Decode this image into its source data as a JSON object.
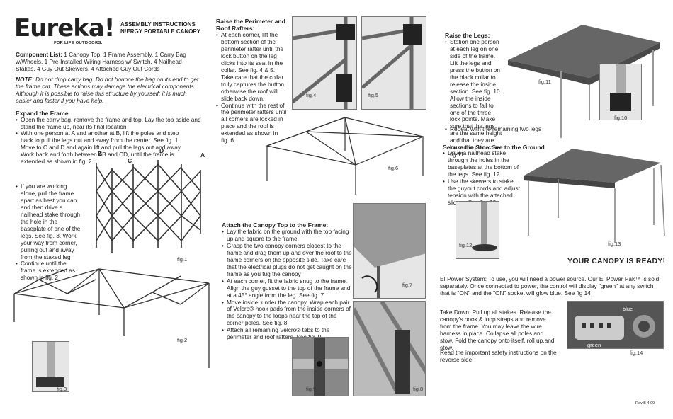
{
  "brand": {
    "logo": "Eureka!",
    "tagline": "FOR LIFE OUTDOORS."
  },
  "header": {
    "line1": "ASSEMBLY INSTRUCTIONS",
    "line2": "N!ERGY PORTABLE CANOPY"
  },
  "components": {
    "label": "Component List:",
    "text": "1 Canopy Top, 1 Frame Assembly, 1 Carry Bag w/Wheels, 1 Pre-Installed Wiring Harness w/ Switch, 4 Nailhead Stakes, 4 Guy Out Skewers, 4 Attached Guy Out Cords"
  },
  "note": {
    "label": "NOTE:",
    "text": "Do not drop carry bag. Do not bounce the bag on its end to get the frame out. These actions may damage the electrical components. Although it is possible to raise this structure by yourself; it is much easier and faster if you have help."
  },
  "expand": {
    "title": "Expand the Frame",
    "b1": "Open the carry bag, remove the frame and top. Lay the top aside and stand the frame up, near its final location",
    "b2": "With one person at A and another at B, lift the poles and step back to pull the legs out and away from the center. See fig. 1. Move to C and D and again lift and pull the legs out and away. Work back and forth between AB and CD, until the frame is extended as shown in fig. 2",
    "b3": "If you are working alone, pull the frame apart as best you can and then drive a nailhead stake through the hole in the baseplate of one of the legs. See fig. 3. Work your way from corner, pulling out and away from the staked leg",
    "b4": "Continue until the frame is extended as shown in fig. 2"
  },
  "perimeter": {
    "title": "Raise the Perimeter and Roof Rafters:",
    "b1": "At each corner, lift the bottom section of the perimeter rafter until the lock button on the leg clicks into its seat in the collar. See fig. 4 & 5. Take care that the collar truly captures the button, otherwise the roof will slide back down.",
    "b2": "Continue with the rest of the perimeter rafters until all corners are locked in place and the roof is extended as shown in fig. 6"
  },
  "attach": {
    "title": "Attach the Canopy Top to the Frame:",
    "b1": "Lay the fabric on the ground with the top facing up and square to the frame.",
    "b2": "Grasp the two canopy corners closest to the frame and drag them up and over the roof to the frame corners on the opposite side. Take care that the electrical plugs do not get caught on the frame as you tug the canopy",
    "b3": "At each corner, fit the fabric snug to the frame. Align the guy gusset to the top of the frame and at a 45° angle from the leg. See fig. 7",
    "b4": "Move inside, under the canopy. Wrap each pair of Velcro® hook pads from the inside corners of the canopy to the loops near the top of the corner poles. See fig. 8",
    "b5": "Attach all remaining Velcro® tabs to the perimeter and roof rafters. See fig. 9"
  },
  "legs": {
    "title": "Raise the Legs:",
    "b1": "Station one person at each leg on one side of the frame. Lift the legs and press the button on the black collar to release the inside section. See fig. 10. Allow the inside sections to fall to one of the three lock points. Make sure that the legs are the same height and that they are locked in place. See fig.11",
    "b2": "Repeat with the remaining two legs"
  },
  "secure": {
    "title": "Secure the Structure to the Ground",
    "b1": "Drive a nailhead stake through the holes in the baseplates at the bottom of the legs. See fig. 12",
    "b2": "Use the skewers to stake the guyout cords and adjust tension with the attached sliders. See fig. 13"
  },
  "ready": "YOUR CANOPY IS READY!",
  "power": "E! Power System: To use, you will need a power source. Our E! Power Pak™ is sold separately. Once connected to power, the control will display \"green\" at any switch that is \"ON\" and the \"ON\" socket will glow blue. See fig 14",
  "takedown": "Take Down: Pull up all stakes. Release the canopy's hook & loop straps and remove from the frame. You may leave the wire harness in place. Collapse all poles and stow. Fold the canopy onto itself, roll up.and stow.",
  "safety": "Read the important safety instructions on the reverse side.",
  "rev": "Rev B 4.09",
  "letters": {
    "a": "A",
    "b": "B",
    "c": "C",
    "d": "D"
  },
  "fig14": {
    "blue": "blue",
    "green": "green"
  },
  "figs": [
    "fig.1",
    "fig.2",
    "fig.3",
    "fig.4",
    "fig.5",
    "fig.6",
    "fig.7",
    "fig.8",
    "fig.9",
    "fig.10",
    "fig.11",
    "fig.12",
    "fig.13",
    "fig.14"
  ]
}
